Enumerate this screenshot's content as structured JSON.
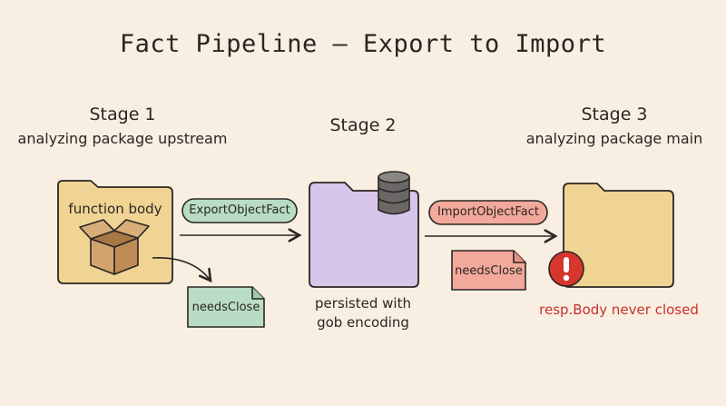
{
  "title": "Fact Pipeline — Export to Import",
  "stages": [
    {
      "heading": "Stage 1",
      "subheading": "analyzing package upstream"
    },
    {
      "heading": "Stage 2",
      "subheading": ""
    },
    {
      "heading": "Stage 3",
      "subheading": "analyzing package main"
    }
  ],
  "stage1": {
    "box_label": "function body",
    "note_label": "needsClose"
  },
  "edges": {
    "export_label": "ExportObjectFact",
    "import_label": "ImportObjectFact"
  },
  "stage2": {
    "caption_line1": "persisted with",
    "caption_line2": "gob encoding"
  },
  "stage3": {
    "note_label": "needsClose",
    "warning_text": "resp.Body never closed"
  },
  "colors": {
    "background": "#f8efe2",
    "folder_yellow": "#f0d494",
    "folder_purple": "#d7c5ea",
    "pill_green": "#b9ddc4",
    "pill_red": "#f2a89a",
    "warning_red": "#c8302a"
  },
  "icons": [
    "folder-icon",
    "open-box-icon",
    "database-icon",
    "document-note-icon",
    "alert-icon",
    "arrow-icon"
  ]
}
